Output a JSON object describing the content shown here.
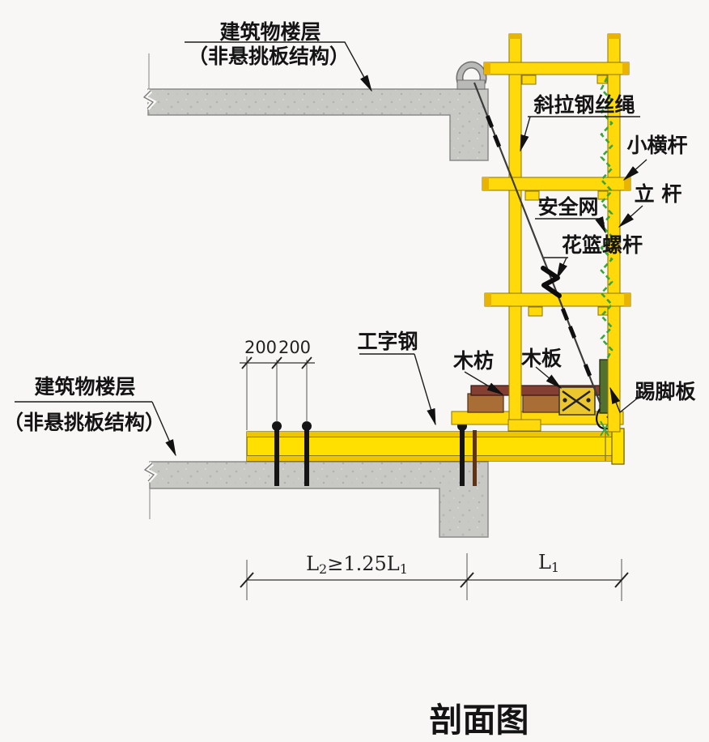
{
  "diagram": {
    "title": "剖面图",
    "labels": {
      "upper_floor_line1": "建筑物楼层",
      "upper_floor_line2": "（非悬挑板结构）",
      "lower_floor_line1": "建筑物楼层",
      "lower_floor_line2": "（非悬挑板结构）",
      "wire_rope": "斜拉钢丝绳",
      "small_crossbar": "小横杆",
      "upright_pole": "立 杆",
      "safety_net": "安全网",
      "turnbuckle": "花篮螺杆",
      "i_beam": "工字钢",
      "wood_batten": "木枋",
      "wood_plank": "木板",
      "toe_board": "踢脚板"
    },
    "dimensions": {
      "spacing_left": "200",
      "spacing_right": "200",
      "span_left": {
        "p1": "L",
        "s1": "2",
        "p2": "≥1.25L",
        "s2": "1"
      },
      "span_right": {
        "p1": "L",
        "s1": "1"
      }
    },
    "colors": {
      "scaffold_yellow": "#FFD90A",
      "scaffold_shade": "#E8B400",
      "beam_yellow": "#FFE000",
      "concrete_gray": "#C8C8C5",
      "mesh_green": "#3BA43A",
      "wood_brown": "#A96E35",
      "plank_maroon": "#823F32",
      "toeboard_green": "#53702F",
      "line_black": "#1A1A1A"
    }
  }
}
